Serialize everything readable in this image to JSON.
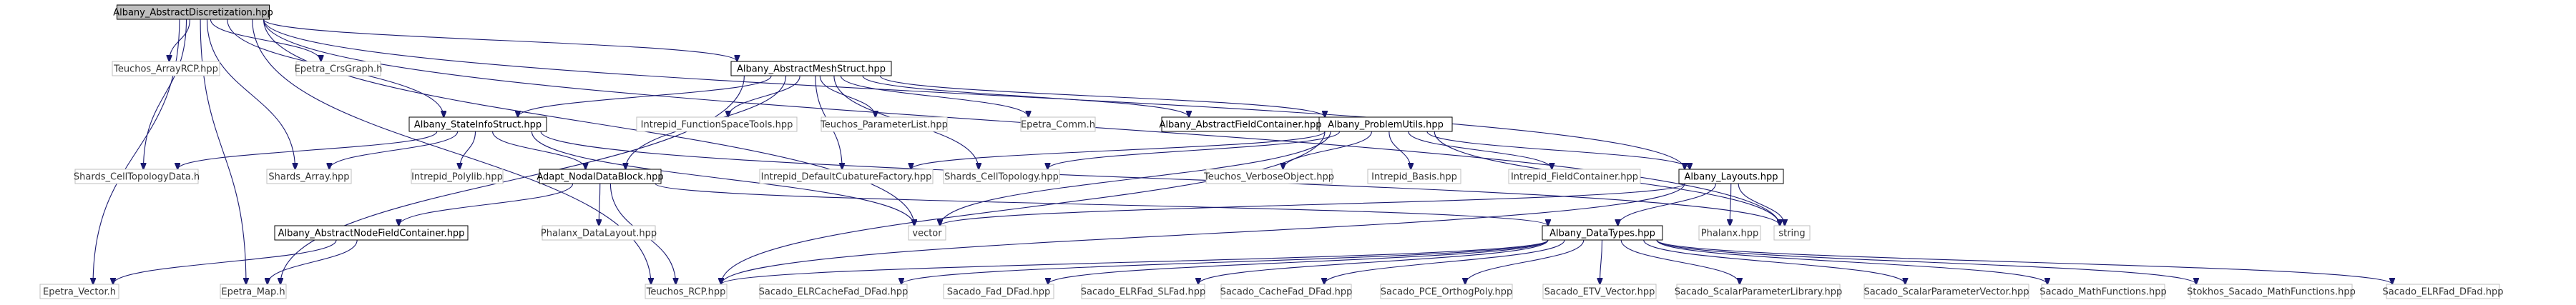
{
  "colors": {
    "root_fill": "#bfbfbf",
    "doc_node_stroke": "#000000",
    "ext_node_stroke": "#bfbfbf",
    "edge": "#191970",
    "text_doc": "#000000",
    "text_ext": "#333333"
  },
  "nodes": [
    {
      "id": "root",
      "label": "Albany_AbstractDiscretization.hpp",
      "kind": "root"
    },
    {
      "id": "ams",
      "label": "Albany_AbstractMeshStruct.hpp",
      "kind": "doc"
    },
    {
      "id": "sis",
      "label": "Albany_StateInfoStruct.hpp",
      "kind": "doc"
    },
    {
      "id": "pu",
      "label": "Albany_ProblemUtils.hpp",
      "kind": "doc"
    },
    {
      "id": "afc",
      "label": "Albany_AbstractFieldContainer.hpp",
      "kind": "doc"
    },
    {
      "id": "ndb",
      "label": "Adapt_NodalDataBlock.hpp",
      "kind": "doc"
    },
    {
      "id": "anfc",
      "label": "Albany_AbstractNodeFieldContainer.hpp",
      "kind": "doc"
    },
    {
      "id": "lay",
      "label": "Albany_Layouts.hpp",
      "kind": "doc"
    },
    {
      "id": "dt",
      "label": "Albany_DataTypes.hpp",
      "kind": "doc"
    },
    {
      "id": "trcp",
      "label": "Teuchos_ArrayRCP.hpp",
      "kind": "ext"
    },
    {
      "id": "ecg",
      "label": "Epetra_CrsGraph.h",
      "kind": "ext"
    },
    {
      "id": "scd",
      "label": "Shards_CellTopologyData.h",
      "kind": "ext"
    },
    {
      "id": "sa",
      "label": "Shards_Array.hpp",
      "kind": "ext"
    },
    {
      "id": "ipl",
      "label": "Intrepid_Polylib.hpp",
      "kind": "ext"
    },
    {
      "id": "ifst",
      "label": "Intrepid_FunctionSpaceTools.hpp",
      "kind": "ext"
    },
    {
      "id": "tpl",
      "label": "Teuchos_ParameterList.hpp",
      "kind": "ext"
    },
    {
      "id": "ecomm",
      "label": "Epetra_Comm.h",
      "kind": "ext"
    },
    {
      "id": "idcf",
      "label": "Intrepid_DefaultCubatureFactory.hpp",
      "kind": "ext"
    },
    {
      "id": "sct",
      "label": "Shards_CellTopology.hpp",
      "kind": "ext"
    },
    {
      "id": "tvo",
      "label": "Teuchos_VerboseObject.hpp",
      "kind": "ext"
    },
    {
      "id": "ib",
      "label": "Intrepid_Basis.hpp",
      "kind": "ext"
    },
    {
      "id": "ifc",
      "label": "Intrepid_FieldContainer.hpp",
      "kind": "ext"
    },
    {
      "id": "pdl",
      "label": "Phalanx_DataLayout.hpp",
      "kind": "ext"
    },
    {
      "id": "vec",
      "label": "vector",
      "kind": "ext"
    },
    {
      "id": "str",
      "label": "string",
      "kind": "ext"
    },
    {
      "id": "ph",
      "label": "Phalanx.hpp",
      "kind": "ext"
    },
    {
      "id": "ev",
      "label": "Epetra_Vector.h",
      "kind": "ext"
    },
    {
      "id": "em",
      "label": "Epetra_Map.h",
      "kind": "ext"
    },
    {
      "id": "trcpp",
      "label": "Teuchos_RCP.hpp",
      "kind": "ext"
    },
    {
      "id": "s1",
      "label": "Sacado_ELRCacheFad_DFad.hpp",
      "kind": "ext"
    },
    {
      "id": "s2",
      "label": "Sacado_Fad_DFad.hpp",
      "kind": "ext"
    },
    {
      "id": "s3",
      "label": "Sacado_ELRFad_SLFad.hpp",
      "kind": "ext"
    },
    {
      "id": "s4",
      "label": "Sacado_CacheFad_DFad.hpp",
      "kind": "ext"
    },
    {
      "id": "s5",
      "label": "Sacado_PCE_OrthogPoly.hpp",
      "kind": "ext"
    },
    {
      "id": "s6",
      "label": "Sacado_ETV_Vector.hpp",
      "kind": "ext"
    },
    {
      "id": "s7",
      "label": "Sacado_ScalarParameterLibrary.hpp",
      "kind": "ext"
    },
    {
      "id": "s8",
      "label": "Sacado_ScalarParameterVector.hpp",
      "kind": "ext"
    },
    {
      "id": "s9",
      "label": "Sacado_MathFunctions.hpp",
      "kind": "ext"
    },
    {
      "id": "s10",
      "label": "Stokhos_Sacado_MathFunctions.hpp",
      "kind": "ext"
    },
    {
      "id": "s11",
      "label": "Sacado_ELRFad_DFad.hpp",
      "kind": "ext"
    }
  ],
  "edges": [
    [
      "root",
      "trcp"
    ],
    [
      "root",
      "ecg"
    ],
    [
      "root",
      "ams"
    ],
    [
      "root",
      "sis"
    ],
    [
      "root",
      "scd"
    ],
    [
      "root",
      "sa"
    ],
    [
      "root",
      "ev"
    ],
    [
      "root",
      "em"
    ],
    [
      "root",
      "vec"
    ],
    [
      "root",
      "str"
    ],
    [
      "root",
      "trcpp"
    ],
    [
      "root",
      "lay"
    ],
    [
      "ams",
      "ifst"
    ],
    [
      "ams",
      "tpl"
    ],
    [
      "ams",
      "ecomm"
    ],
    [
      "ams",
      "afc"
    ],
    [
      "ams",
      "pu"
    ],
    [
      "ams",
      "sis"
    ],
    [
      "ams",
      "idcf"
    ],
    [
      "ams",
      "sct"
    ],
    [
      "ams",
      "ndb"
    ],
    [
      "ams",
      "em"
    ],
    [
      "sis",
      "scd"
    ],
    [
      "sis",
      "sa"
    ],
    [
      "sis",
      "ipl"
    ],
    [
      "sis",
      "ndb"
    ],
    [
      "sis",
      "vec"
    ],
    [
      "sis",
      "str"
    ],
    [
      "pu",
      "idcf"
    ],
    [
      "pu",
      "sct"
    ],
    [
      "pu",
      "tvo"
    ],
    [
      "pu",
      "ib"
    ],
    [
      "pu",
      "ifc"
    ],
    [
      "pu",
      "lay"
    ],
    [
      "pu",
      "vec"
    ],
    [
      "pu",
      "str"
    ],
    [
      "pu",
      "trcpp"
    ],
    [
      "ndb",
      "anfc"
    ],
    [
      "ndb",
      "pdl"
    ],
    [
      "ndb",
      "dt"
    ],
    [
      "ndb",
      "trcpp"
    ],
    [
      "anfc",
      "ev"
    ],
    [
      "anfc",
      "em"
    ],
    [
      "lay",
      "vec"
    ],
    [
      "lay",
      "ph"
    ],
    [
      "lay",
      "str"
    ],
    [
      "lay",
      "dt"
    ],
    [
      "lay",
      "trcpp"
    ],
    [
      "dt",
      "trcpp"
    ],
    [
      "dt",
      "s1"
    ],
    [
      "dt",
      "s2"
    ],
    [
      "dt",
      "s3"
    ],
    [
      "dt",
      "s4"
    ],
    [
      "dt",
      "s5"
    ],
    [
      "dt",
      "s6"
    ],
    [
      "dt",
      "s7"
    ],
    [
      "dt",
      "s8"
    ],
    [
      "dt",
      "s9"
    ],
    [
      "dt",
      "s10"
    ],
    [
      "dt",
      "s11"
    ]
  ]
}
